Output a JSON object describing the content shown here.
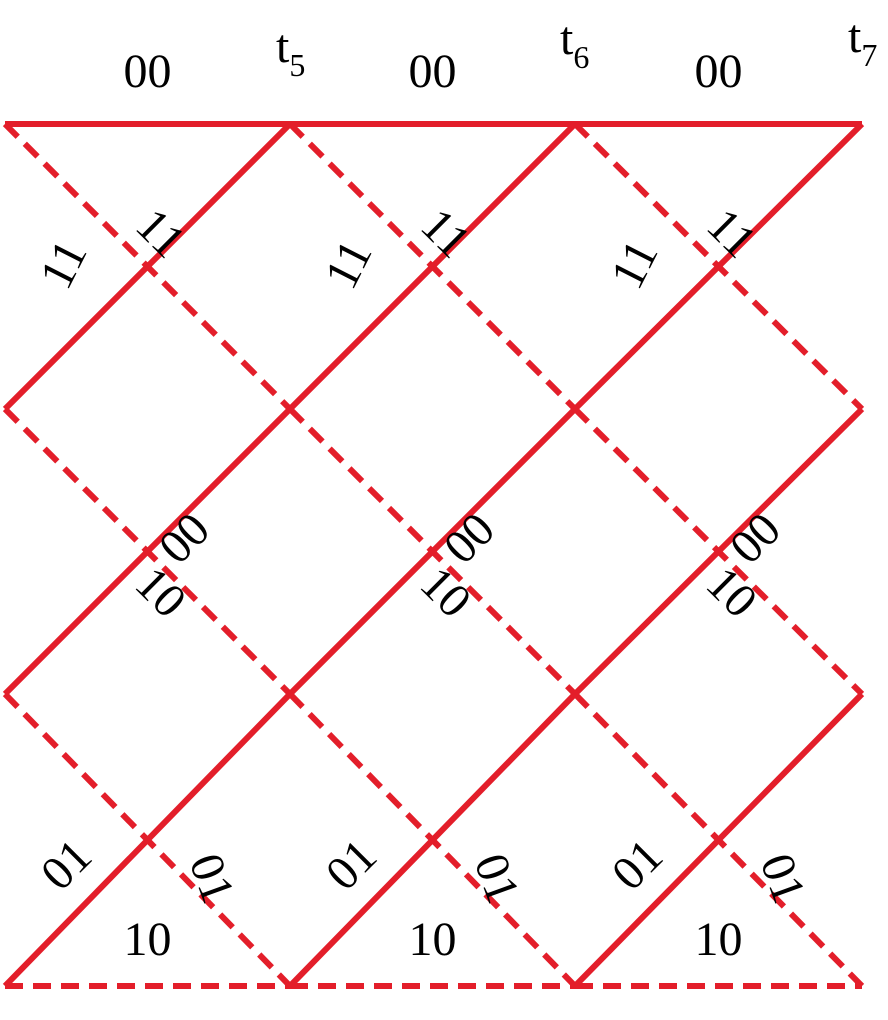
{
  "diagram": {
    "type": "trellis",
    "colors": {
      "edge": "#e31e2a",
      "text": "#000000",
      "background": "#ffffff"
    },
    "time_labels": [
      {
        "base": "t",
        "sub": "5"
      },
      {
        "base": "t",
        "sub": "6"
      },
      {
        "base": "t",
        "sub": "7"
      }
    ],
    "branch_labels": {
      "s0_to_s0": "00",
      "s0_to_s2": "11",
      "s2_to_s0": "11",
      "s2_to_s1": "00",
      "s1_to_s2": "10",
      "s1_to_s3": "01",
      "s3_to_s1": "01",
      "s3_to_s3": "10"
    }
  }
}
